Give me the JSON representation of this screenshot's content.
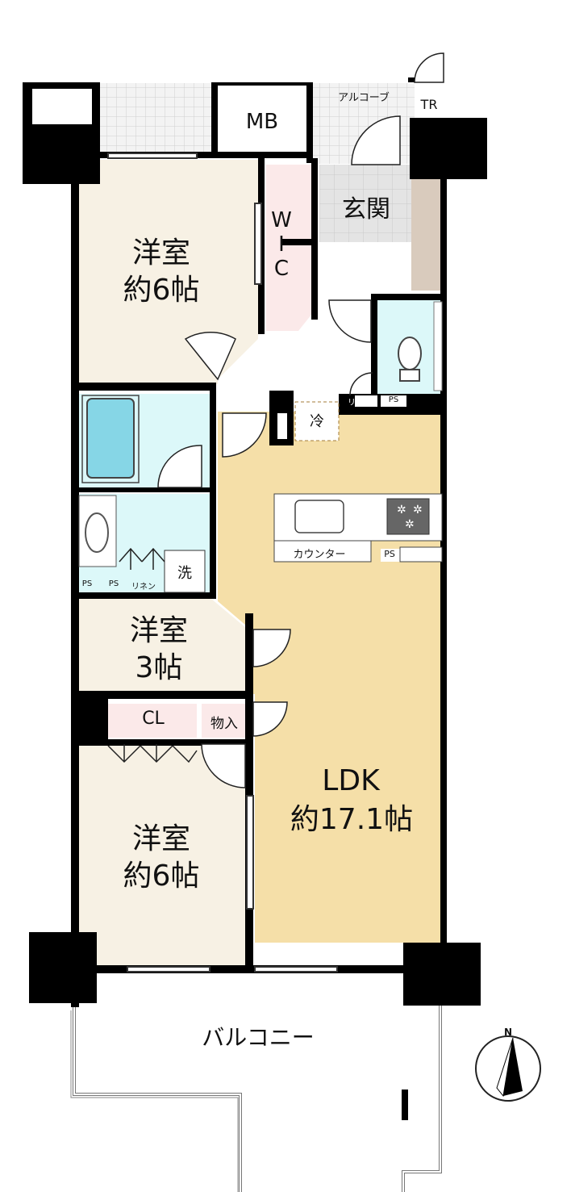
{
  "rooms": {
    "western_top": {
      "name": "洋室",
      "size": "約6帖"
    },
    "western_small": {
      "name": "洋室",
      "size": "3帖"
    },
    "western_bottom": {
      "name": "洋室",
      "size": "約6帖"
    },
    "ldk": {
      "name": "LDK",
      "size": "約17.1帖"
    }
  },
  "labels": {
    "mb": "MB",
    "alcove": "アルコーブ",
    "tr": "TR",
    "entrance": "玄関",
    "wic": [
      "W",
      "I",
      "C"
    ],
    "linen_toilet": "リネン",
    "ps_toilet": "PS",
    "fridge": "冷",
    "counter": "カウンター",
    "ps_kitchen": "PS",
    "washer": "洗",
    "ps_1": "PS",
    "ps_2": "PS",
    "linen_wash": "リネン",
    "closet": "CL",
    "storage": "物入",
    "balcony": "バルコニー",
    "compass_north": "N"
  },
  "colors": {
    "wall": "#000000",
    "western_floor": "#f7f1e4",
    "ldk_floor": "#f5dfa8",
    "wet_area": "#dcf8f9",
    "bathtub": "#86d6e6",
    "wic_floor": "#fbe9e9",
    "closet_floor": "#fbe9e9",
    "entrance_tile": "#dcdcdc",
    "side_storage": "#d9cbbd"
  }
}
